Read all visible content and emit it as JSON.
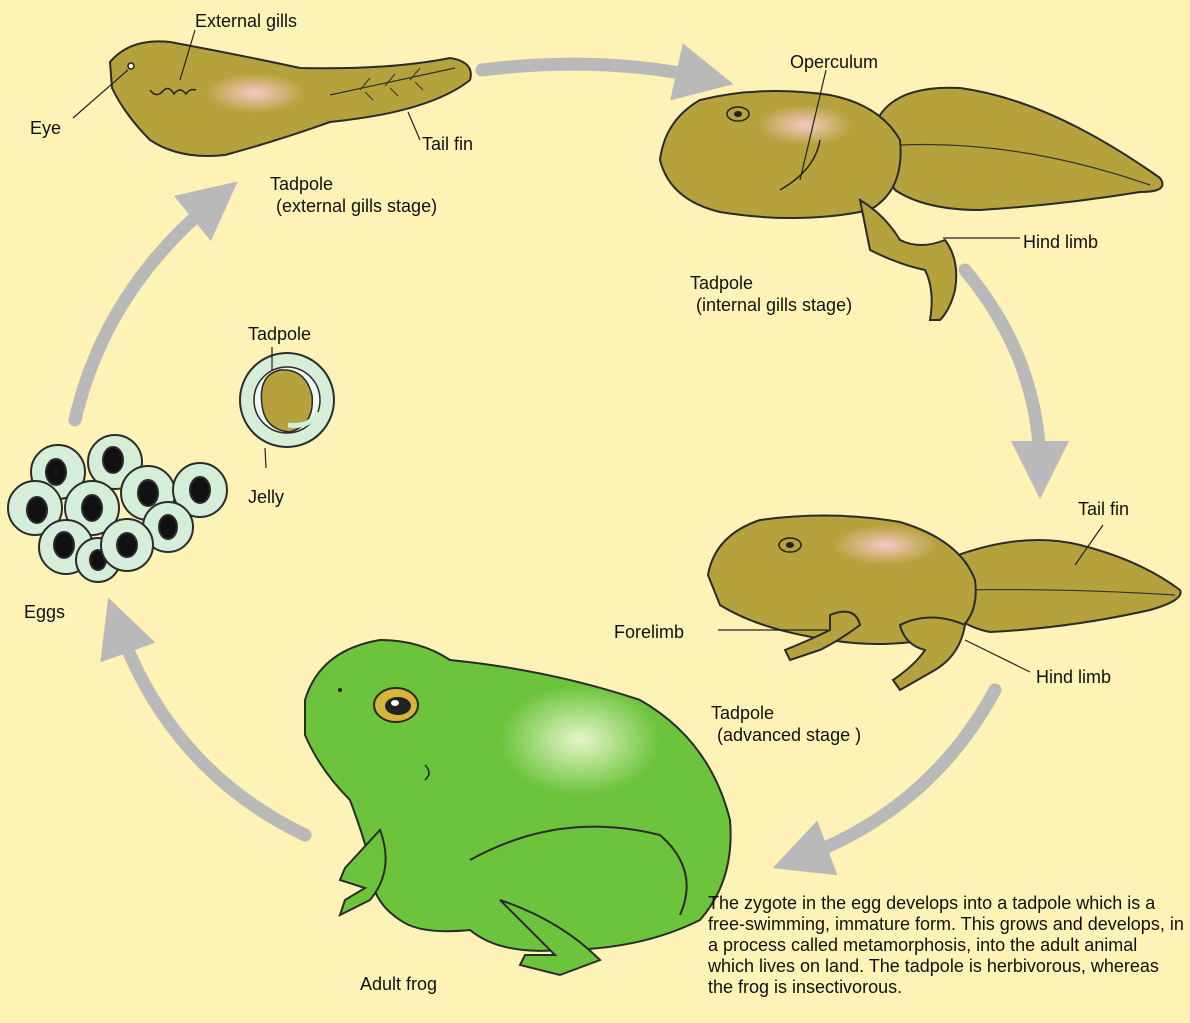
{
  "labels": {
    "external_gills": "External gills",
    "eye": "Eye",
    "tail_fin_1": "Tail fin",
    "operculum": "Operculum",
    "hind_limb_1": "Hind limb",
    "tadpole_in_egg": "Tadpole",
    "jelly": "Jelly",
    "eggs": "Eggs",
    "tail_fin_2": "Tail fin",
    "forelimb": "Forelimb",
    "hind_limb_2": "Hind limb",
    "adult_frog": "Adult frog"
  },
  "captions": {
    "stage1": [
      "Tadpole",
      "(external gills stage)"
    ],
    "stage2": [
      "Tadpole",
      "(internal gills stage)"
    ],
    "stage3": [
      "Tadpole",
      "(advanced stage )"
    ]
  },
  "description": "The zygote in the egg develops into a tadpole which is a free-swimming, immature form. This grows and develops, in a process called metamorphosis, into the adult animal which lives on land. The tadpole is herbivorous, whereas the frog is insectivorous.",
  "colors": {
    "background": "#fdf3b7",
    "tadpole": "#b6a23c",
    "frog": "#6cc43d",
    "arrow": "#b9b9b9",
    "egg_jelly": "#d5eed9"
  }
}
